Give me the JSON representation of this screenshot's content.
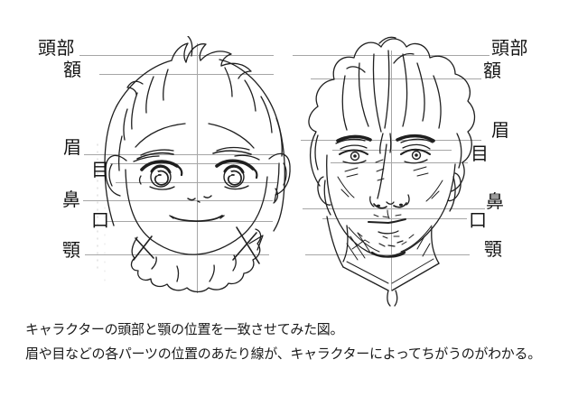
{
  "labels": {
    "left": [
      "頭部",
      "額",
      "眉",
      "目",
      "鼻",
      "口",
      "顎"
    ],
    "right": [
      "頭部",
      "額",
      "眉",
      "目",
      "鼻",
      "口",
      "顎"
    ]
  },
  "caption": {
    "line1": "キャラクターの頭部と顎の位置を一致させてみた図。",
    "line2": "眉や目などの各パーツの位置のあたり線が、キャラクターによってちがうのがわかる。"
  },
  "figures": {
    "left_face": "child character front view sketch",
    "right_face": "adult male character front view sketch"
  },
  "colors": {
    "background": "#ffffff",
    "sketch_stroke": "#1f1f1f",
    "guide_line": "#a6a6a6",
    "label_text": "#141414"
  }
}
